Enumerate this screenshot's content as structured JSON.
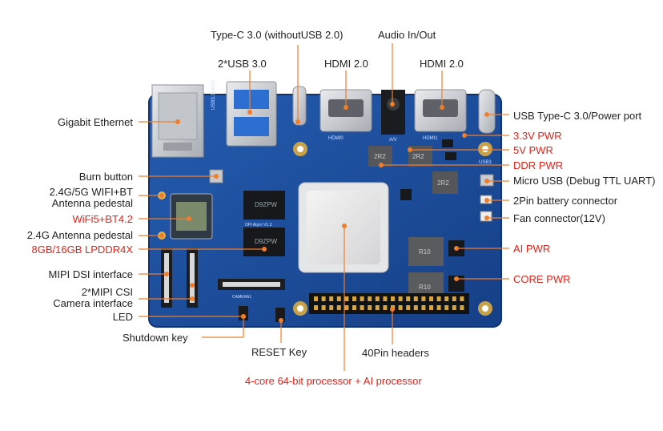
{
  "colors": {
    "board": "#1c4f9c",
    "board_dark": "#123a78",
    "leader": "#f07d2a",
    "text": "#222222",
    "highlight": "#e3241b",
    "metal": "#c9ccd1"
  },
  "board_text": {
    "usb_silk": "USB3.1GEN2",
    "hdmi0": "HDMI0",
    "hdmi1": "HDMI1",
    "av": "A/V",
    "usb_right": "USB3",
    "chip_ram1": "D9ZPW",
    "chip_ram2": "D9ZPW",
    "chip_pkg": "OPI AIpro V1.3",
    "camera": "CAMERA1",
    "choke1": "2R2",
    "choke2": "2R2",
    "choke3": "2R2",
    "choke4": "R10",
    "choke5": "R10"
  },
  "labels": {
    "typec30": "Type-C 3.0 (withoutUSB 2.0)",
    "audio": "Audio In/Out",
    "usb30": "2*USB 3.0",
    "hdmi_a": "HDMI 2.0",
    "hdmi_b": "HDMI 2.0",
    "gigabit": "Gigabit Ethernet",
    "burn": "Burn button",
    "wifi_ant_1": "2.4G/5G WIFI+BT",
    "wifi_ant_2": "Antenna pedestal",
    "wifi5": "WiFi5+BT4.2",
    "ant24": "2.4G Antenna pedestal",
    "lpddr": "8GB/16GB LPDDR4X",
    "mipi_dsi": "MIPI DSI interface",
    "mipi_csi_1": "2*MIPI CSI",
    "mipi_csi_2": "Camera interface",
    "led": "LED",
    "shutdown": "Shutdown key",
    "reset": "RESET Key",
    "pin40": "40Pin headers",
    "processor": "4-core 64-bit processor + AI processor",
    "usbc_power": "USB Type-C 3.0/Power port",
    "pwr33": "3.3V PWR",
    "pwr5": "5V PWR",
    "ddr_pwr": "DDR PWR",
    "micro_usb": "Micro USB (Debug TTL UART)",
    "battery": "2Pin battery connector",
    "fan": "Fan connector(12V)",
    "ai_pwr": "AI PWR",
    "core_pwr": "CORE PWR"
  }
}
